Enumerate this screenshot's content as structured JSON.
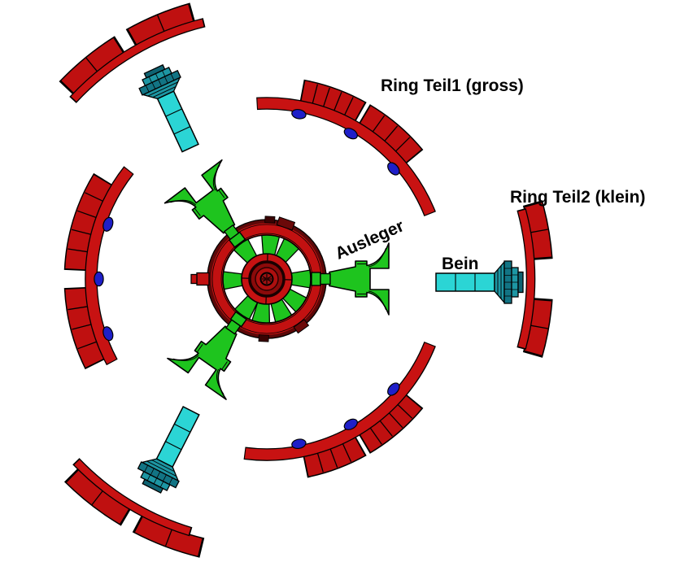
{
  "figure": {
    "background": "#ffffff",
    "type": "cad-assembly-top-view"
  },
  "components": [
    {
      "id": "ring-teil1",
      "label": "Ring Teil1 (gross)",
      "color": "#c41111",
      "visible_instances": 3
    },
    {
      "id": "ring-teil2",
      "label": "Ring Teil2 (klein)",
      "color": "#c41111",
      "visible_instances": 3
    },
    {
      "id": "ausleger",
      "label": "Ausleger",
      "color": "#1ec41e",
      "visible_instances": 1,
      "arms": 3
    },
    {
      "id": "bein",
      "label": "Bein",
      "color": "#2bd5d5",
      "visible_instances": 3
    }
  ],
  "colors": {
    "ring_red": "#c81212",
    "block_red": "#bf1010",
    "dark_red": "#5d0808",
    "hub_red": "#c51212",
    "green": "#1ec41e",
    "cyan": "#2bd5d5",
    "teal": "#1d96a3",
    "teal_dark": "#127484",
    "teal_deep": "#0f6372",
    "clip_blue": "#1f1fc8",
    "outline": "#000000",
    "background": "#ffffff"
  },
  "clips": {
    "count": 9,
    "color_name": "blue"
  }
}
